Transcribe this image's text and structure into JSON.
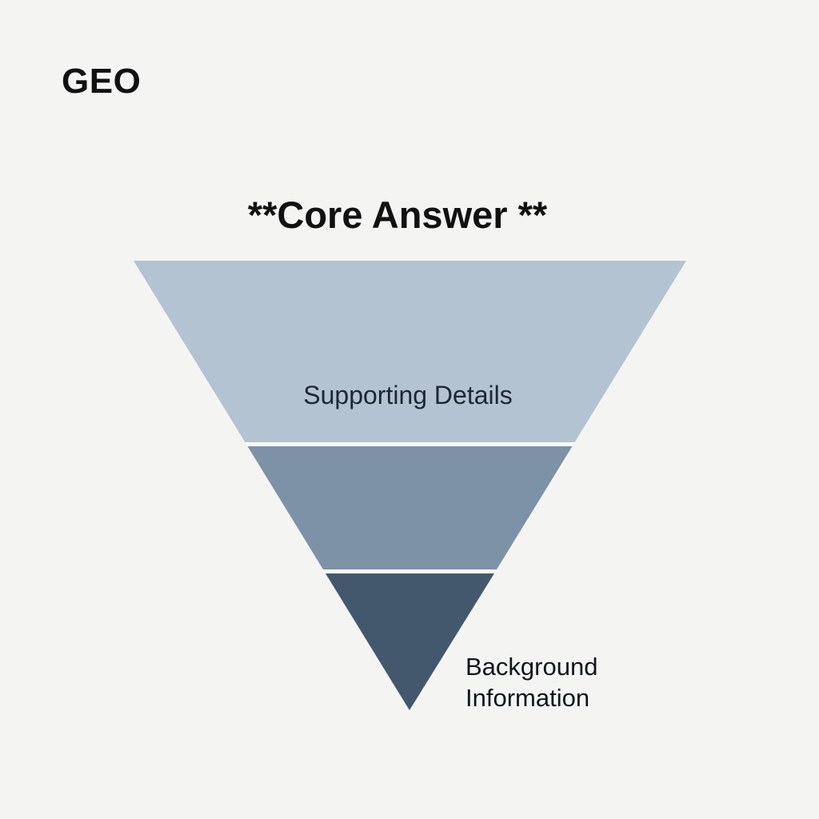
{
  "header": {
    "brand": "GEO",
    "title": "**Core Answer **"
  },
  "pyramid": {
    "type": "inverted-pyramid",
    "divider_color": "#fcfdfc",
    "levels": [
      {
        "name": "supporting-details",
        "label": "Supporting Details",
        "color": "#b4c3d1"
      },
      {
        "name": "middle-tier",
        "label": "",
        "color": "#7d92a7"
      },
      {
        "name": "background-information-tier",
        "label": "",
        "color": "#44586d"
      }
    ]
  },
  "annotation": {
    "label": "Background Information"
  },
  "colors": {
    "page_background": "#f4f5f3",
    "heading_text": "#111111",
    "supporting_label_text": "#1d2733",
    "annotation_text": "#10161d"
  }
}
